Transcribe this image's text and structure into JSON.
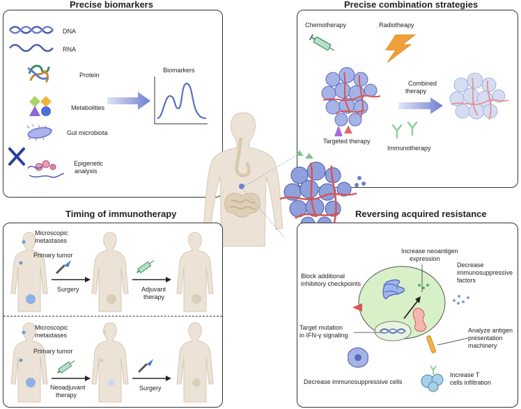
{
  "panels": {
    "biomarkers": {
      "title": "Precise  biomarkers",
      "dna": "DNA",
      "rna": "RNA",
      "protein": "Protein",
      "metabolities": "Metabolities",
      "gut": "Gut microbiota",
      "epigenetic_1": "Epigenetic",
      "epigenetic_2": "analysis",
      "biomarkers": "Biomarkers"
    },
    "combination": {
      "title": "Precise combination strategies",
      "chemo": "Chemotherapy",
      "radio": "Radiotheapy",
      "combined_1": "Combined",
      "combined_2": "therapy",
      "targeted": "Targeted therapy",
      "immuno": "Immunotherapy"
    },
    "timing": {
      "title": "Timing of immunotherapy",
      "micro1_a": "Microscopic",
      "micro1_b": "metastases",
      "primary1": "Primary tumor",
      "surgery1": "Surgery",
      "adjuvant_1": "Adjuvant",
      "adjuvant_2": "therapy",
      "micro2_a": "Microscopic",
      "micro2_b": "metastases",
      "primary2": "Primary tumor",
      "neoadj_1": "Neoadjuvant",
      "neoadj_2": "therapy",
      "surgery2": "Surgery"
    },
    "resistance": {
      "title": "Reversing  acquired resistance",
      "neo_1": "Increase neoantigen",
      "neo_2": "expression",
      "block_1": "Block additional",
      "block_2": "inhibitory checkpoints",
      "decrease_f_1": "Decrease",
      "decrease_f_2": "immunosuppressive",
      "decrease_f_3": "factors",
      "target_1": "Target mutation",
      "target_2": "in IFN-γ signaling",
      "analyze_1": "Analyze antigen",
      "analyze_2": "presentation",
      "analyze_3": "machinery",
      "decrease_cells": "Decrease immunosuppressive cells",
      "tcells_1": "Increase T",
      "tcells_2": "cells infiltration"
    }
  },
  "colors": {
    "border": "#333333",
    "dna_blue": "#4a5fb0",
    "tumor_blue": "#8a9ad6",
    "vessel_red": "#d9534f",
    "body_beige": "#ece3d6",
    "cell_green": "#d8f0c8",
    "chemo_green": "#6db38a",
    "radio_orange": "#e8922e"
  }
}
